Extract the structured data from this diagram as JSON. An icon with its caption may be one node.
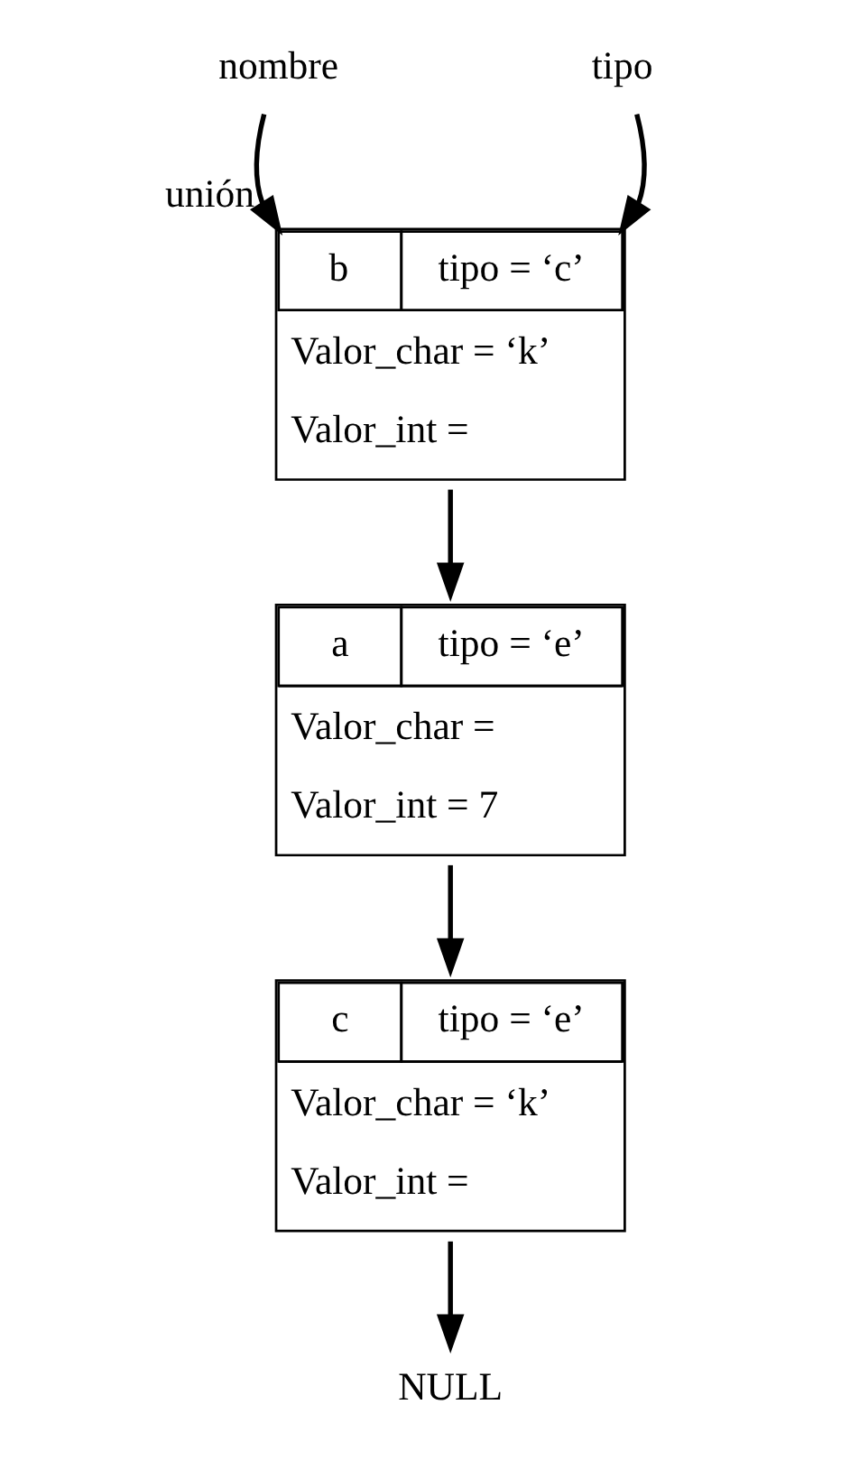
{
  "diagram": {
    "nodes": [
      {
        "text": [
          "nombre"
        ]
      },
      {
        "text": [
          "tipo"
        ]
      },
      {
        "text": [
          "b",
          "tipo = ‘c’",
          "Valor_char = ‘k’",
          "Valor_int ="
        ],
        "beside": [
          "unión"
        ]
      },
      {
        "text": [
          "a",
          "tipo = ‘e’",
          "Valor_char =",
          "Valor_int = 7"
        ]
      },
      {
        "text": [
          "c",
          "tipo = ‘e’",
          "Valor_char = ‘k’",
          "Valor_int ="
        ]
      },
      {
        "text": [
          "NULL"
        ]
      }
    ],
    "edges": [
      {
        "from": 0,
        "to": 2,
        "arrow": "to"
      },
      {
        "from": 1,
        "to": 2,
        "arrow": "to"
      },
      {
        "from": 2,
        "to": 3,
        "arrow": "to"
      },
      {
        "from": 3,
        "to": 4,
        "arrow": "to"
      },
      {
        "from": 4,
        "to": 5,
        "arrow": "to"
      }
    ]
  }
}
